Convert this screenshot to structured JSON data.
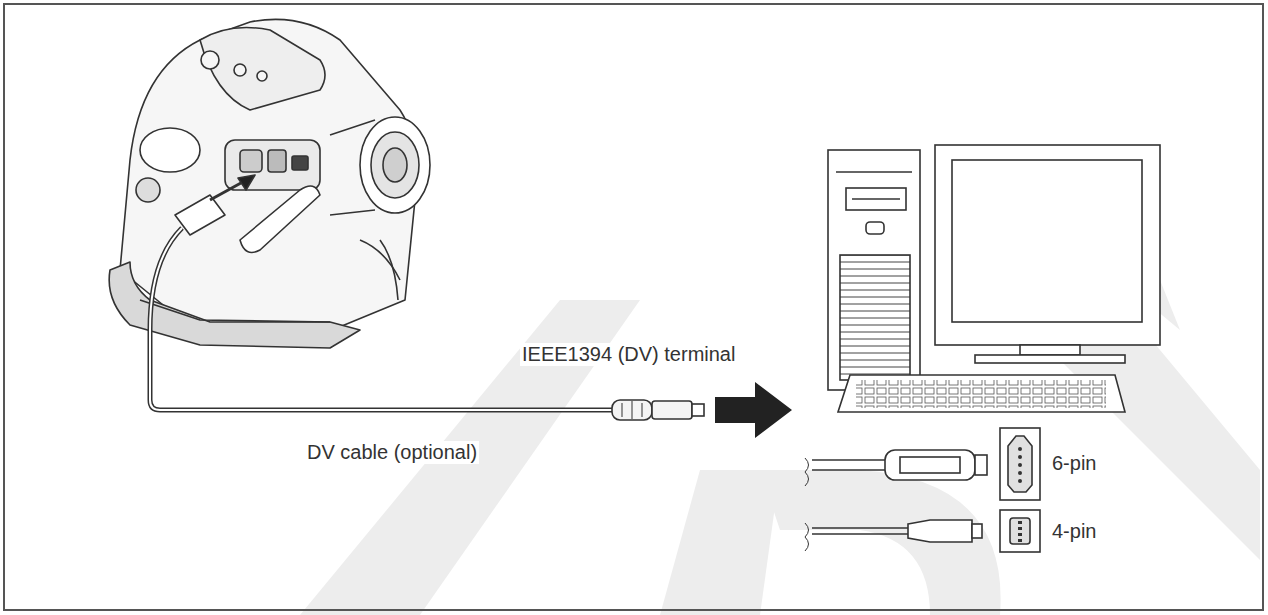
{
  "diagram": {
    "labels": [
      "IEEE1394 (DV) terminal",
      "DV cable (optional)",
      "6-pin",
      "4-pin"
    ]
  }
}
